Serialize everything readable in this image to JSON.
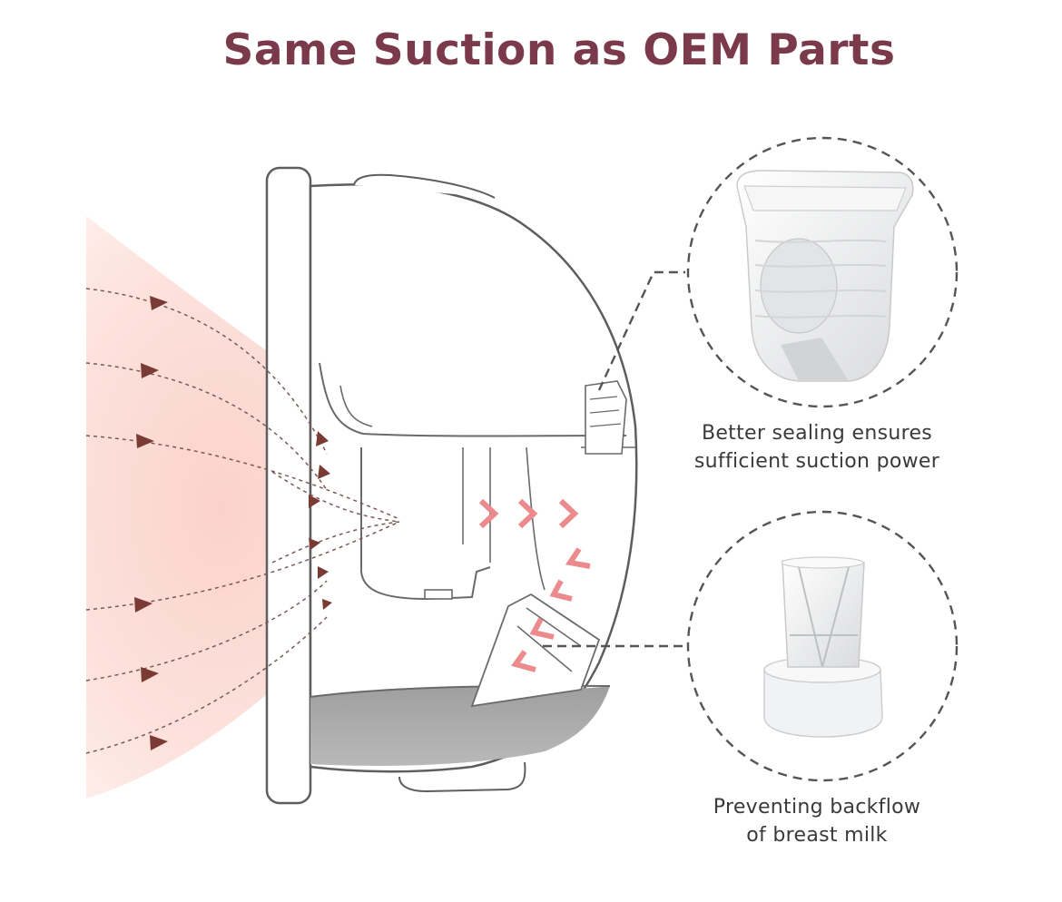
{
  "title": "Same Suction as OEM Parts",
  "callouts": [
    {
      "name": "duckbill-valve-seal",
      "lines": [
        "Better sealing ensures",
        "sufficient suction power"
      ]
    },
    {
      "name": "duckbill-valve",
      "lines": [
        "Preventing backflow",
        "of breast milk"
      ]
    }
  ],
  "colors": {
    "title": "#7b3a4c",
    "flow_arrow": "#7a3b34",
    "suction_chevron": "#ec8a8d",
    "skin": "#fbd8d2",
    "milk": "#a9a9a9",
    "outline": "#6a6a6a"
  }
}
